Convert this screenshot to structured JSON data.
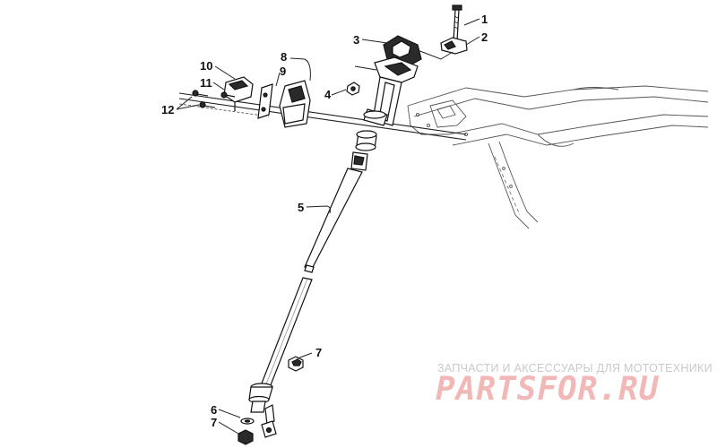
{
  "callouts": [
    "1",
    "2",
    "3",
    "4",
    "5",
    "6",
    "7",
    "7",
    "8",
    "9",
    "10",
    "11",
    "12"
  ],
  "watermark": {
    "top_text": "ЗАПЧАСТИ И АКСЕССУАРЫ ДЛЯ МОТОТЕХНИКИ",
    "logo_text": "PARTSFOR.RU"
  },
  "colors": {
    "line": "#111111",
    "frame": "#555555",
    "watermark_logo": "#f2b8b8",
    "watermark_text": "#c9c9c9"
  }
}
